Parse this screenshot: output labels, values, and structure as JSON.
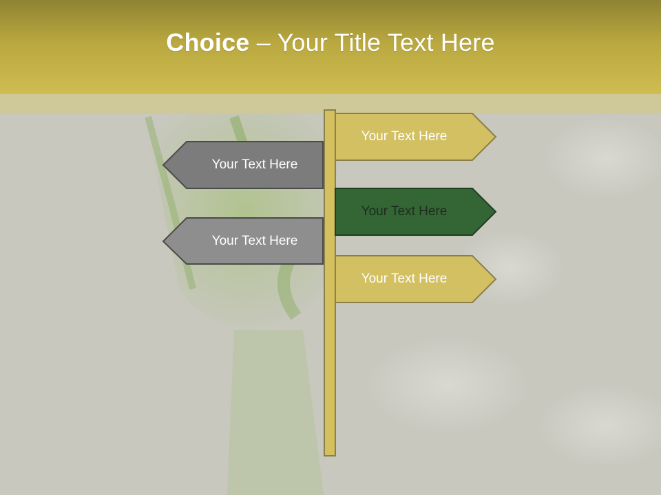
{
  "title": {
    "bold": "Choice",
    "rest": " – Your Title Text Here"
  },
  "signs": [
    {
      "label": "Your Text Here",
      "direction": "right",
      "fill": "#d2c063"
    },
    {
      "label": "Your Text Here",
      "direction": "left",
      "fill": "#7c7c7c"
    },
    {
      "label": "Your Text Here",
      "direction": "right",
      "fill": "#336634"
    },
    {
      "label": "Your Text Here",
      "direction": "left",
      "fill": "#8e8e8e"
    },
    {
      "label": "Your Text Here",
      "direction": "right",
      "fill": "#d2c063"
    }
  ],
  "colors": {
    "header": "#b9a83f",
    "post": "#d4c05e",
    "sign_border": "#7d7450"
  }
}
